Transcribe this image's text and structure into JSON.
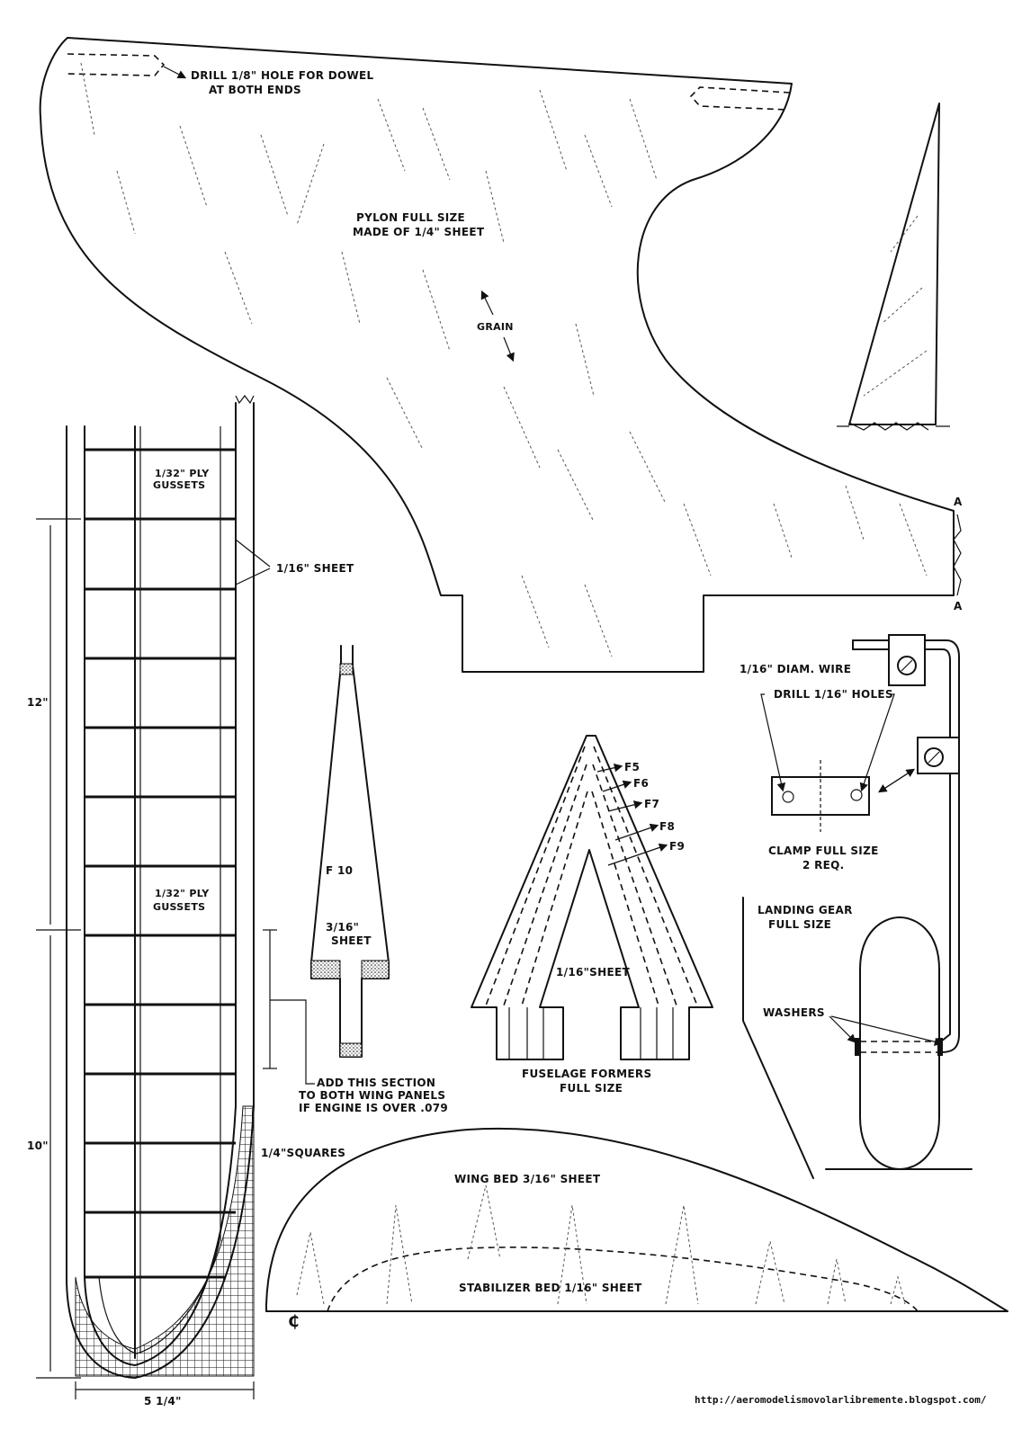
{
  "pylon": {
    "drill_note_line1": "DRILL 1/8\" HOLE FOR DOWEL",
    "drill_note_line2": "AT BOTH ENDS",
    "title_line1": "PYLON FULL SIZE",
    "title_line2": "MADE OF 1/4\" SHEET",
    "grain": "GRAIN",
    "section_a_top": "A",
    "section_a_bottom": "A"
  },
  "wing": {
    "gussets_top_line1": "1/32\" PLY",
    "gussets_top_line2": "GUSSETS",
    "sheet_note": "1/16\" SHEET",
    "gussets_mid_line1": "1/32\" PLY",
    "gussets_mid_line2": "GUSSETS",
    "dim_12": "12\"",
    "dim_10": "10\"",
    "dim_width": "5 1/4\"",
    "squares": "1/4\"SQUARES",
    "add_note_line1": "ADD THIS SECTION",
    "add_note_line2": "TO BOTH WING PANELS",
    "add_note_line3": "IF ENGINE IS OVER .079"
  },
  "former_f10": {
    "label": "F 10",
    "sheet_line1": "3/16\"",
    "sheet_line2": "SHEET"
  },
  "formers": {
    "labels": [
      "F5",
      "F6",
      "F7",
      "F8",
      "F9"
    ],
    "sheet": "1/16\"SHEET",
    "title_line1": "FUSELAGE FORMERS",
    "title_line2": "FULL SIZE"
  },
  "landing_gear": {
    "wire": "1/16\" DIAM. WIRE",
    "drill": "DRILL 1/16\" HOLES",
    "clamp_line1": "CLAMP  FULL SIZE",
    "clamp_line2": "2 REQ.",
    "gear_line1": "LANDING GEAR",
    "gear_line2": "FULL SIZE",
    "washers": "WASHERS"
  },
  "beds": {
    "wing_bed": "WING BED 3/16\" SHEET",
    "stab_bed": "STABILIZER BED  1/16\" SHEET",
    "centerline": "₵"
  },
  "footer": {
    "url": "http://aeromodelismovolarlibremente.blogspot.com/"
  }
}
